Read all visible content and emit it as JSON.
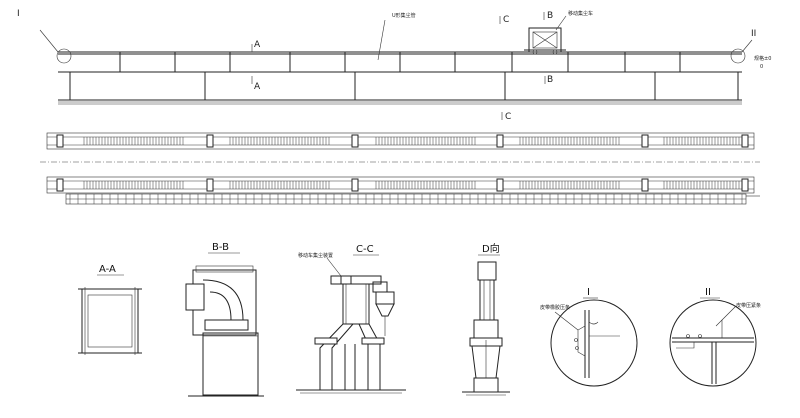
{
  "labels": {
    "u_duct": "U形集尘管",
    "mobile_cart": "移动集尘车",
    "marker_I_top": "I",
    "marker_II_top": "II",
    "sec_A_top": "A",
    "sec_A_bot": "A",
    "sec_B_top": "B",
    "sec_B_bot": "B",
    "sec_C_top": "C",
    "sec_C_bot": "C",
    "right_note_1": "规格±0",
    "right_note_2": "0"
  },
  "sections": {
    "aa_title": "A-A",
    "bb_title": "B-B",
    "cc_title": "C-C",
    "d_title": "D向",
    "i_title": "I",
    "ii_title": "II",
    "cc_note": "移动车集尘装置",
    "i_note": "皮带橡胶压条",
    "ii_note": "皮带压紧条"
  }
}
